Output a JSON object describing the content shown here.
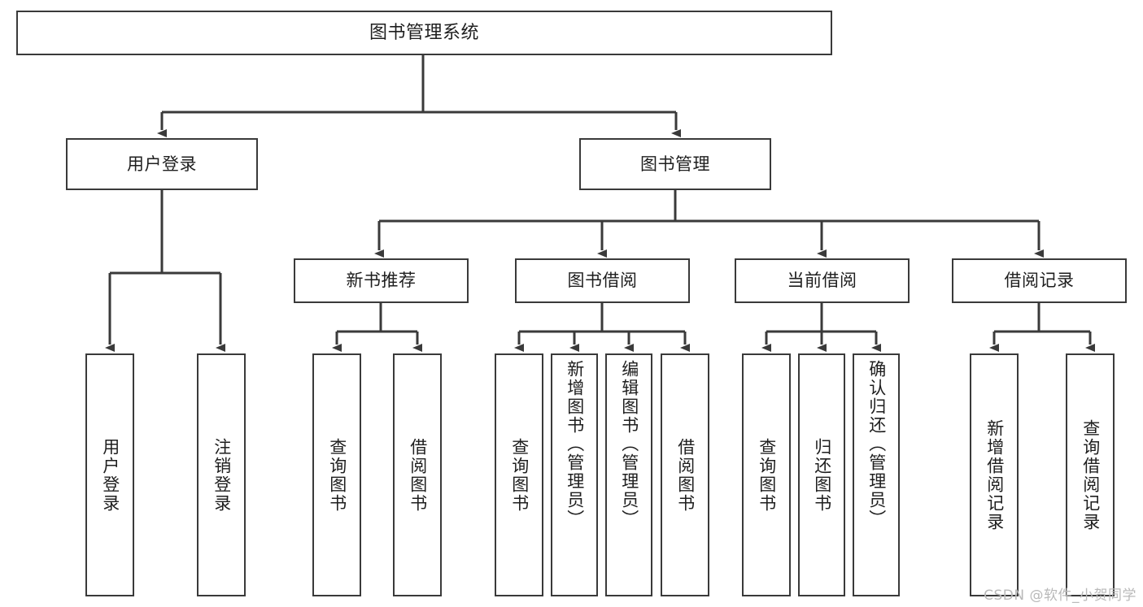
{
  "diagram": {
    "type": "tree",
    "title": "图书管理系统",
    "root": {
      "label": "图书管理系统"
    },
    "level1": [
      {
        "label": "用户登录"
      },
      {
        "label": "图书管理"
      }
    ],
    "level2": [
      {
        "label": "新书推荐"
      },
      {
        "label": "图书借阅"
      },
      {
        "label": "当前借阅"
      },
      {
        "label": "借阅记录"
      }
    ],
    "leaves": {
      "user_login": [
        {
          "label": "用户登录"
        },
        {
          "label": "注销登录"
        }
      ],
      "new_book": [
        {
          "label": "查询图书"
        },
        {
          "label": "借阅图书"
        }
      ],
      "borrow": [
        {
          "label": "查询图书"
        },
        {
          "label": "新增图书（管理员）"
        },
        {
          "label": "编辑图书（管理员）"
        },
        {
          "label": "借阅图书"
        }
      ],
      "current": [
        {
          "label": "查询图书"
        },
        {
          "label": "归还图书"
        },
        {
          "label": "确认归还（管理员）"
        }
      ],
      "records": [
        {
          "label": "新增借阅记录"
        },
        {
          "label": "查询借阅记录"
        }
      ]
    }
  },
  "watermark": {
    "text": "CSDN @软件_小贺同学"
  },
  "colors": {
    "box_border": "#3a3a3a",
    "box_fill": "#ffffff",
    "connector": "#3a3a3a",
    "text": "#1e1e1e",
    "watermark": "#b9b9b9",
    "background": "#ffffff"
  }
}
